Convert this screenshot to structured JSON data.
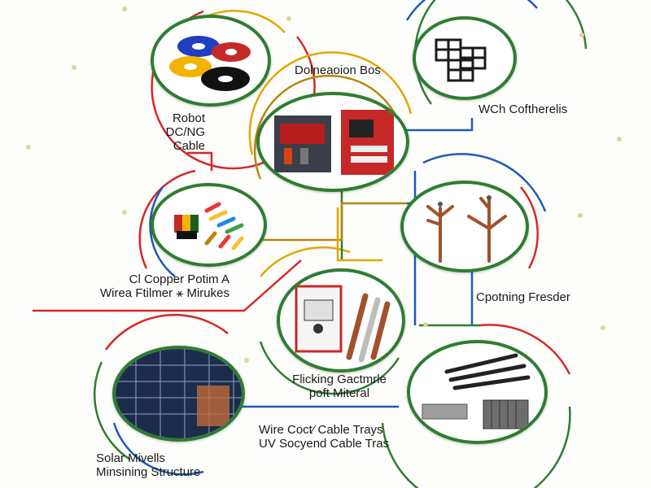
{
  "palette": {
    "red": "#d62828",
    "green": "#2e7d32",
    "blue": "#1e5bb8",
    "yellow": "#e0a800",
    "gold": "#b8860b",
    "dot": "#e3d39a"
  },
  "labels": {
    "robot_cable": [
      "Robot",
      "DC/NG",
      "Cable"
    ],
    "connection_box": "Dolneaoion Bos",
    "wch": "WCh Coftherelis",
    "copper": [
      "Cl Copper Potim A",
      "Wirea Ftilmer ⚹ Mirukes"
    ],
    "cpotning": "Cpotning Fresder",
    "flicking": [
      "Flicking Gactmrle",
      "poft Miteral"
    ],
    "wire_cable": [
      "Wire Coct⁄ Cable Trays",
      "UV Socyend Cable Tras"
    ],
    "solar": [
      "Solar Mivells",
      "Minsining Structure"
    ]
  },
  "icons": {
    "tape": "electrical-tape-rolls",
    "cabinet": "distribution-cabinets",
    "connector": "black-connector-blocks",
    "terminal": "wire-terminals",
    "lightning": "lightning-rods",
    "meter": "meter-box-and-rods",
    "solar": "solar-panel-array",
    "tray": "cable-ties-and-trays"
  }
}
